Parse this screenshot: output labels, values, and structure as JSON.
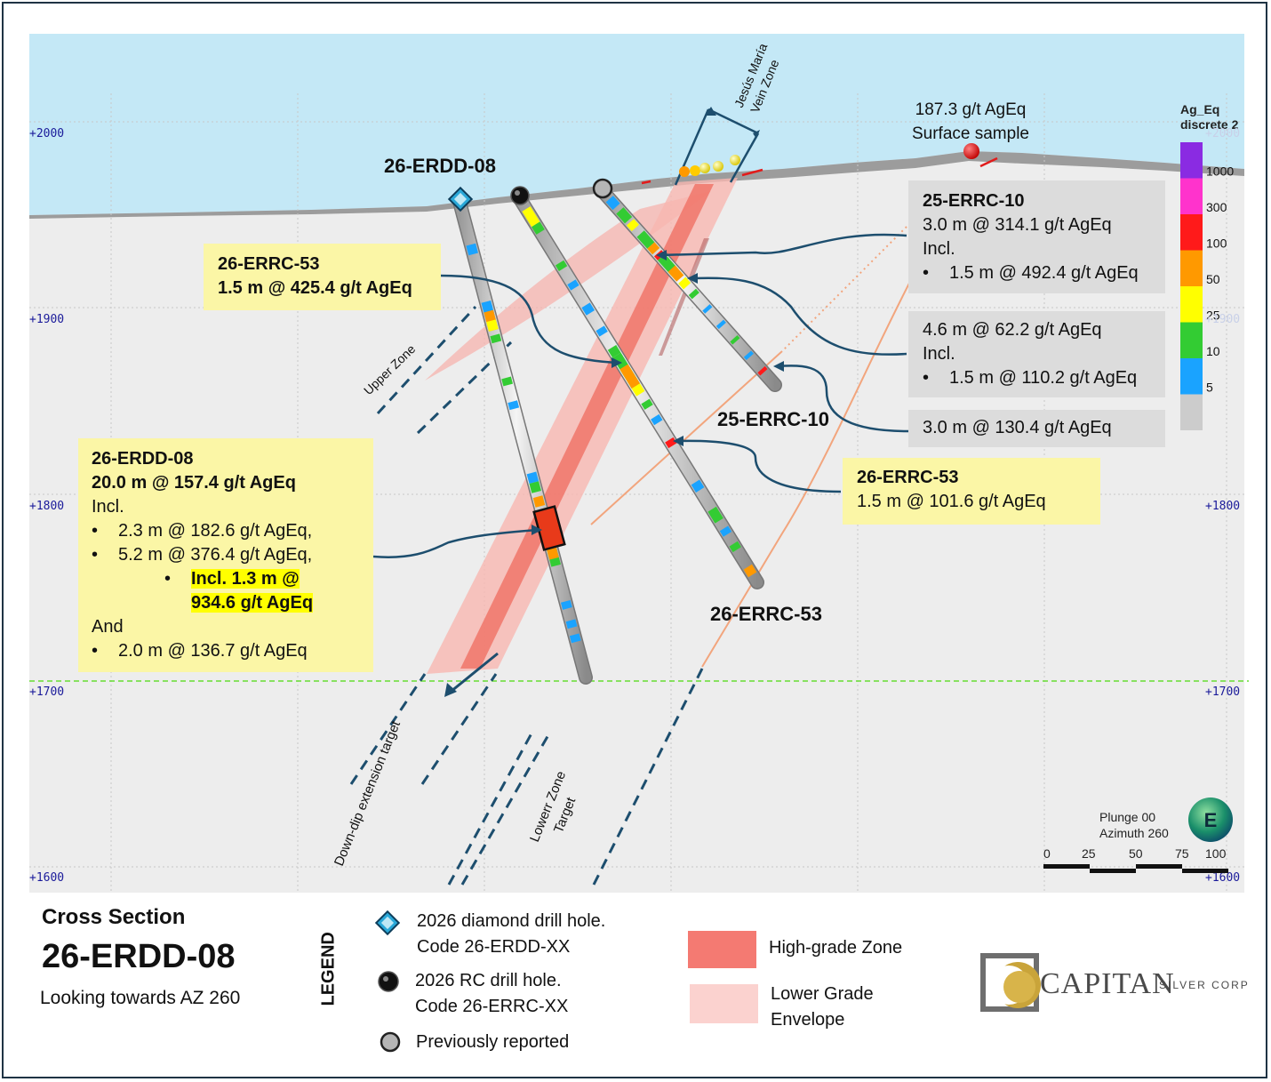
{
  "elevations": [
    "+2000",
    "+1900",
    "+1800",
    "+1700",
    "+1600"
  ],
  "scale_bar": {
    "plunge": "Plunge 00",
    "azimuth": "Azimuth 260",
    "ticks": [
      "0",
      "25",
      "50",
      "75",
      "100"
    ],
    "compass_letter": "E"
  },
  "color_scale": {
    "title_line1": "Ag_Eq",
    "title_line2": "discrete 2",
    "bins": [
      {
        "label": "1000",
        "color": "#8a2be2"
      },
      {
        "label": "300",
        "color": "#ff33cc"
      },
      {
        "label": "100",
        "color": "#ff1a1a"
      },
      {
        "label": "50",
        "color": "#ff9900"
      },
      {
        "label": "25",
        "color": "#ffff00"
      },
      {
        "label": "10",
        "color": "#33cc33"
      },
      {
        "label": "5",
        "color": "#1aa3ff"
      },
      {
        "label": "",
        "color": "#cccccc"
      }
    ]
  },
  "zones": {
    "vein_zone": "Jesús María Vein Zone",
    "upper_zone": "Upper Zone",
    "down_dip": "Down-dip extension target",
    "lower_zone_1": "Lowerr Zone",
    "lower_zone_2": "Target"
  },
  "surface_sample": {
    "line1": "187.3 g/t AgEq",
    "line2": "Surface sample"
  },
  "hole_labels": {
    "erdd08": "26-ERDD-08",
    "errc10": "25-ERRC-10",
    "errc53": "26-ERRC-53"
  },
  "callouts": {
    "errc53_upper": {
      "title": "26-ERRC-53",
      "line1": "1.5 m @ 425.4 g/t AgEq"
    },
    "errc53_lower": {
      "title": "26-ERRC-53",
      "line1": "1.5 m @ 101.6 g/t AgEq"
    },
    "errc10_a": {
      "title": "25-ERRC-10",
      "line1": "3.0 m @ 314.1 g/t AgEq",
      "line2": "Incl.",
      "bullet1": "1.5 m @ 492.4 g/t AgEq"
    },
    "errc10_b": {
      "line1": "4.6 m @ 62.2 g/t AgEq",
      "line2": "Incl.",
      "bullet1": "1.5 m @ 110.2 g/t AgEq"
    },
    "errc10_c": {
      "line1": "3.0 m @ 130.4 g/t AgEq"
    },
    "erdd08": {
      "title": "26-ERDD-08",
      "line1": "20.0 m @ 157.4 g/t AgEq",
      "line2": "Incl.",
      "bullet1": "2.3 m @ 182.6 g/t AgEq,",
      "bullet2": "5.2 m @ 376.4 g/t AgEq,",
      "bullet3a": "Incl. 1.3 m @",
      "bullet3b": "934.6 g/t AgEq",
      "line3": "And",
      "bullet4": "2.0 m @ 136.7 g/t AgEq"
    }
  },
  "footer": {
    "caption1": "Cross Section",
    "caption2": "26-ERDD-08",
    "caption3": "Looking towards AZ 260",
    "legend_title": "LEGEND",
    "diamond1": "2026 diamond drill hole.",
    "diamond2": "Code 26-ERDD-XX",
    "rc1": "2026 RC drill hole.",
    "rc2": "Code 26-ERRC-XX",
    "prev": "Previously reported",
    "hg": "High-grade Zone",
    "lg1": "Lower Grade",
    "lg2": "Envelope",
    "logo_main": "CAPITAN",
    "logo_sub": "SILVER CORP"
  },
  "colors": {
    "sky": "#c4e8f6",
    "ground": "#ededed",
    "hg_zone": "#f47a72",
    "lg_zone": "#fbd2cf",
    "guide": "#1d4e6e"
  }
}
